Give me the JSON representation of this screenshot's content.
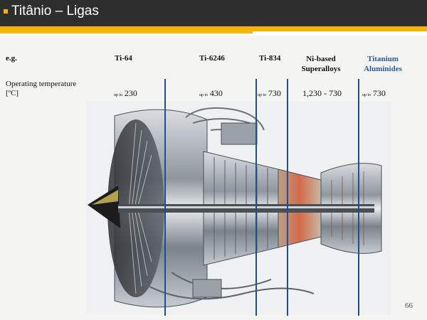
{
  "slide": {
    "title": "Titânio – Ligas",
    "page_number": "66"
  },
  "table": {
    "row_label": "e.g.",
    "temp_label_line1": "Operating temperature",
    "temp_label_line2": "[ºC]",
    "columns": [
      {
        "name": "Ti-64",
        "prefix": "up to",
        "temp": "230"
      },
      {
        "name": "Ti-6246",
        "prefix": "up to",
        "temp": "430"
      },
      {
        "name": "Ti-834",
        "prefix": "up to",
        "temp": "730"
      },
      {
        "name_line1": "Ni-based",
        "name_line2": "Superalloys",
        "prefix": "",
        "temp": "1,230 - 730"
      },
      {
        "name_line1": "Titanium",
        "name_line2": "Aluminides",
        "prefix": "up to",
        "temp": "730"
      }
    ]
  },
  "colors": {
    "accent": "#f5b400",
    "title_bar": "#2e2e2e",
    "divider_lines": "#1f4f8e",
    "aluminide_text": "#2c5c9a"
  }
}
